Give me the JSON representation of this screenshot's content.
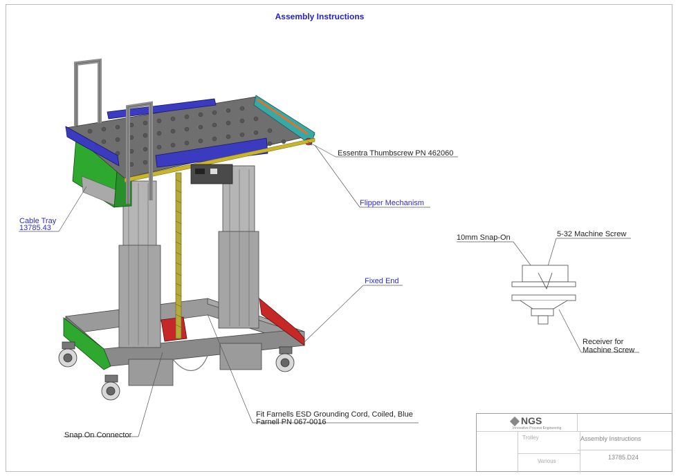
{
  "header": {
    "title": "Assembly Instructions"
  },
  "callouts": {
    "thumbscrew": "Essentra Thumbscrew PN 462060",
    "flipper": "Flipper Mechanism",
    "cable_tray_name": "Cable Tray",
    "cable_tray_pn": "13785.43",
    "fixed_end": "Fixed End",
    "snap_on_10mm": "10mm Snap-On",
    "machine_screw": "5-32 Machine Screw",
    "receiver_line1": "Receiver for",
    "receiver_line2": "Machine Screw",
    "grounding_line1": "Fit Farnells ESD Grounding Cord, Coiled, Blue",
    "grounding_line2": "Farnell PN 067-0016",
    "snap_connector": "Snap On Connector"
  },
  "title_block": {
    "logo_text": "NGS",
    "logo_subtitle": "Innovative Process Engineering",
    "document_title": "Assembly Instructions",
    "part_number": "13785.D24",
    "left_field": "Trolley",
    "material_field": "Various"
  },
  "colors": {
    "title_blue": "#2121c4",
    "frame_grey": "#8e8e8e",
    "tray_green": "#2fa82f",
    "rail_blue": "#3b3bc0",
    "end_red": "#c62828",
    "flipper_teal": "#3aa7a7",
    "flipper_orange": "#d9762b",
    "grounding_gold": "#a69a2a"
  }
}
